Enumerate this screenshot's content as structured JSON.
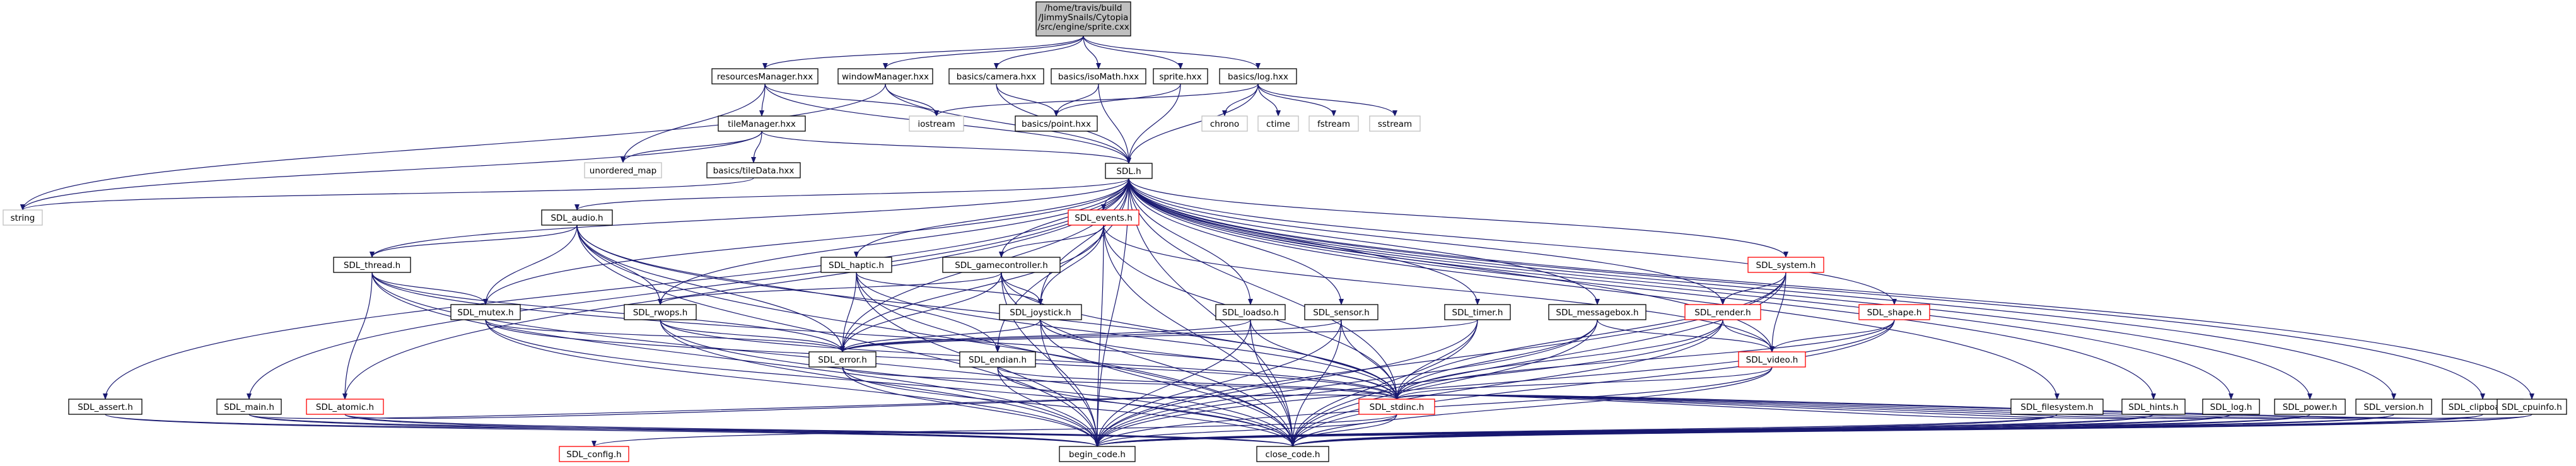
{
  "colors": {
    "edge": "#191970",
    "node_border": "#000000",
    "node_fill": "#ffffff",
    "root_fill": "#bfbfbf",
    "external_border": "#bfbfbf",
    "incomplete_border": "#ff0000",
    "text": "#000000"
  },
  "nodes": [
    {
      "id": "root",
      "label": "/home/travis/build/JimmySnails/Cytopia/src/engine/sprite.cxx",
      "kind": "root"
    },
    {
      "id": "resourcesManager",
      "label": "resourcesManager.hxx",
      "kind": "normal"
    },
    {
      "id": "windowManager",
      "label": "windowManager.hxx",
      "kind": "normal"
    },
    {
      "id": "camera",
      "label": "basics/camera.hxx",
      "kind": "normal"
    },
    {
      "id": "isoMath",
      "label": "basics/isoMath.hxx",
      "kind": "normal"
    },
    {
      "id": "spriteh",
      "label": "sprite.hxx",
      "kind": "normal"
    },
    {
      "id": "log",
      "label": "basics/log.hxx",
      "kind": "normal"
    },
    {
      "id": "tileManager",
      "label": "tileManager.hxx",
      "kind": "normal"
    },
    {
      "id": "iostream",
      "label": "iostream",
      "kind": "external"
    },
    {
      "id": "point",
      "label": "basics/point.hxx",
      "kind": "normal"
    },
    {
      "id": "chrono",
      "label": "chrono",
      "kind": "external"
    },
    {
      "id": "ctime",
      "label": "ctime",
      "kind": "external"
    },
    {
      "id": "fstream",
      "label": "fstream",
      "kind": "external"
    },
    {
      "id": "sstream",
      "label": "sstream",
      "kind": "external"
    },
    {
      "id": "unordered_map",
      "label": "unordered_map",
      "kind": "external"
    },
    {
      "id": "tileData",
      "label": "basics/tileData.hxx",
      "kind": "normal"
    },
    {
      "id": "string",
      "label": "string",
      "kind": "external"
    },
    {
      "id": "SDL",
      "label": "SDL.h",
      "kind": "normal"
    },
    {
      "id": "audio",
      "label": "SDL_audio.h",
      "kind": "normal"
    },
    {
      "id": "events",
      "label": "SDL_events.h",
      "kind": "incomplete"
    },
    {
      "id": "system",
      "label": "SDL_system.h",
      "kind": "incomplete"
    },
    {
      "id": "thread",
      "label": "SDL_thread.h",
      "kind": "normal"
    },
    {
      "id": "haptic",
      "label": "SDL_haptic.h",
      "kind": "normal"
    },
    {
      "id": "gamecontroller",
      "label": "SDL_gamecontroller.h",
      "kind": "normal"
    },
    {
      "id": "mutex",
      "label": "SDL_mutex.h",
      "kind": "normal"
    },
    {
      "id": "rwops",
      "label": "SDL_rwops.h",
      "kind": "normal"
    },
    {
      "id": "joystick",
      "label": "SDL_joystick.h",
      "kind": "normal"
    },
    {
      "id": "loadso",
      "label": "SDL_loadso.h",
      "kind": "normal"
    },
    {
      "id": "sensor",
      "label": "SDL_sensor.h",
      "kind": "normal"
    },
    {
      "id": "timer",
      "label": "SDL_timer.h",
      "kind": "normal"
    },
    {
      "id": "messagebox",
      "label": "SDL_messagebox.h",
      "kind": "normal"
    },
    {
      "id": "render",
      "label": "SDL_render.h",
      "kind": "incomplete"
    },
    {
      "id": "shape",
      "label": "SDL_shape.h",
      "kind": "incomplete"
    },
    {
      "id": "error",
      "label": "SDL_error.h",
      "kind": "normal"
    },
    {
      "id": "endian",
      "label": "SDL_endian.h",
      "kind": "normal"
    },
    {
      "id": "video",
      "label": "SDL_video.h",
      "kind": "incomplete"
    },
    {
      "id": "main",
      "label": "SDL_main.h",
      "kind": "normal"
    },
    {
      "id": "atomic",
      "label": "SDL_atomic.h",
      "kind": "incomplete"
    },
    {
      "id": "filesystem",
      "label": "SDL_filesystem.h",
      "kind": "normal"
    },
    {
      "id": "hints",
      "label": "SDL_hints.h",
      "kind": "normal"
    },
    {
      "id": "logh",
      "label": "SDL_log.h",
      "kind": "normal"
    },
    {
      "id": "power",
      "label": "SDL_power.h",
      "kind": "normal"
    },
    {
      "id": "version",
      "label": "SDL_version.h",
      "kind": "normal"
    },
    {
      "id": "clipboard",
      "label": "SDL_clipboard.h",
      "kind": "normal"
    },
    {
      "id": "cpuinfo",
      "label": "SDL_cpuinfo.h",
      "kind": "normal"
    },
    {
      "id": "assert",
      "label": "SDL_assert.h",
      "kind": "normal"
    },
    {
      "id": "stdinc",
      "label": "SDL_stdinc.h",
      "kind": "incomplete"
    },
    {
      "id": "config",
      "label": "SDL_config.h",
      "kind": "incomplete"
    },
    {
      "id": "begin",
      "label": "begin_code.h",
      "kind": "normal"
    },
    {
      "id": "close",
      "label": "close_code.h",
      "kind": "normal"
    }
  ],
  "edges": [
    [
      "root",
      "resourcesManager"
    ],
    [
      "root",
      "windowManager"
    ],
    [
      "root",
      "camera"
    ],
    [
      "root",
      "isoMath"
    ],
    [
      "root",
      "spriteh"
    ],
    [
      "root",
      "log"
    ],
    [
      "resourcesManager",
      "tileManager"
    ],
    [
      "resourcesManager",
      "iostream"
    ],
    [
      "resourcesManager",
      "unordered_map"
    ],
    [
      "resourcesManager",
      "SDL"
    ],
    [
      "windowManager",
      "iostream"
    ],
    [
      "windowManager",
      "SDL"
    ],
    [
      "windowManager",
      "string"
    ],
    [
      "camera",
      "point"
    ],
    [
      "camera",
      "SDL"
    ],
    [
      "isoMath",
      "point"
    ],
    [
      "isoMath",
      "SDL"
    ],
    [
      "spriteh",
      "point"
    ],
    [
      "spriteh",
      "SDL"
    ],
    [
      "log",
      "chrono"
    ],
    [
      "log",
      "ctime"
    ],
    [
      "log",
      "fstream"
    ],
    [
      "log",
      "sstream"
    ],
    [
      "log",
      "iostream"
    ],
    [
      "log",
      "SDL"
    ],
    [
      "tileManager",
      "unordered_map"
    ],
    [
      "tileManager",
      "tileData"
    ],
    [
      "tileManager",
      "string"
    ],
    [
      "tileManager",
      "SDL"
    ],
    [
      "tileData",
      "string"
    ],
    [
      "SDL",
      "main"
    ],
    [
      "SDL",
      "stdinc"
    ],
    [
      "SDL",
      "assert"
    ],
    [
      "SDL",
      "atomic"
    ],
    [
      "SDL",
      "audio"
    ],
    [
      "SDL",
      "clipboard"
    ],
    [
      "SDL",
      "cpuinfo"
    ],
    [
      "SDL",
      "endian"
    ],
    [
      "SDL",
      "error"
    ],
    [
      "SDL",
      "events"
    ],
    [
      "SDL",
      "filesystem"
    ],
    [
      "SDL",
      "gamecontroller"
    ],
    [
      "SDL",
      "haptic"
    ],
    [
      "SDL",
      "hints"
    ],
    [
      "SDL",
      "joystick"
    ],
    [
      "SDL",
      "loadso"
    ],
    [
      "SDL",
      "logh"
    ],
    [
      "SDL",
      "messagebox"
    ],
    [
      "SDL",
      "mutex"
    ],
    [
      "SDL",
      "power"
    ],
    [
      "SDL",
      "render"
    ],
    [
      "SDL",
      "rwops"
    ],
    [
      "SDL",
      "sensor"
    ],
    [
      "SDL",
      "shape"
    ],
    [
      "SDL",
      "system"
    ],
    [
      "SDL",
      "thread"
    ],
    [
      "SDL",
      "timer"
    ],
    [
      "SDL",
      "version"
    ],
    [
      "SDL",
      "video"
    ],
    [
      "SDL",
      "begin"
    ],
    [
      "SDL",
      "close"
    ],
    [
      "audio",
      "stdinc"
    ],
    [
      "audio",
      "error"
    ],
    [
      "audio",
      "endian"
    ],
    [
      "audio",
      "mutex"
    ],
    [
      "audio",
      "thread"
    ],
    [
      "audio",
      "rwops"
    ],
    [
      "audio",
      "begin"
    ],
    [
      "audio",
      "close"
    ],
    [
      "events",
      "stdinc"
    ],
    [
      "events",
      "error"
    ],
    [
      "events",
      "video"
    ],
    [
      "events",
      "gamecontroller"
    ],
    [
      "events",
      "joystick"
    ],
    [
      "events",
      "begin"
    ],
    [
      "events",
      "close"
    ],
    [
      "system",
      "stdinc"
    ],
    [
      "system",
      "render"
    ],
    [
      "system",
      "video"
    ],
    [
      "system",
      "begin"
    ],
    [
      "system",
      "close"
    ],
    [
      "thread",
      "stdinc"
    ],
    [
      "thread",
      "error"
    ],
    [
      "thread",
      "atomic"
    ],
    [
      "thread",
      "mutex"
    ],
    [
      "thread",
      "begin"
    ],
    [
      "thread",
      "close"
    ],
    [
      "haptic",
      "stdinc"
    ],
    [
      "haptic",
      "error"
    ],
    [
      "haptic",
      "joystick"
    ],
    [
      "haptic",
      "begin"
    ],
    [
      "haptic",
      "close"
    ],
    [
      "gamecontroller",
      "stdinc"
    ],
    [
      "gamecontroller",
      "error"
    ],
    [
      "gamecontroller",
      "rwops"
    ],
    [
      "gamecontroller",
      "joystick"
    ],
    [
      "gamecontroller",
      "begin"
    ],
    [
      "gamecontroller",
      "close"
    ],
    [
      "mutex",
      "stdinc"
    ],
    [
      "mutex",
      "error"
    ],
    [
      "mutex",
      "begin"
    ],
    [
      "mutex",
      "close"
    ],
    [
      "rwops",
      "stdinc"
    ],
    [
      "rwops",
      "error"
    ],
    [
      "rwops",
      "begin"
    ],
    [
      "rwops",
      "close"
    ],
    [
      "joystick",
      "stdinc"
    ],
    [
      "joystick",
      "error"
    ],
    [
      "joystick",
      "begin"
    ],
    [
      "joystick",
      "close"
    ],
    [
      "loadso",
      "stdinc"
    ],
    [
      "loadso",
      "error"
    ],
    [
      "loadso",
      "begin"
    ],
    [
      "loadso",
      "close"
    ],
    [
      "sensor",
      "stdinc"
    ],
    [
      "sensor",
      "error"
    ],
    [
      "sensor",
      "begin"
    ],
    [
      "sensor",
      "close"
    ],
    [
      "timer",
      "stdinc"
    ],
    [
      "timer",
      "error"
    ],
    [
      "timer",
      "begin"
    ],
    [
      "timer",
      "close"
    ],
    [
      "messagebox",
      "stdinc"
    ],
    [
      "messagebox",
      "video"
    ],
    [
      "messagebox",
      "begin"
    ],
    [
      "messagebox",
      "close"
    ],
    [
      "render",
      "stdinc"
    ],
    [
      "render",
      "video"
    ],
    [
      "render",
      "begin"
    ],
    [
      "render",
      "close"
    ],
    [
      "shape",
      "stdinc"
    ],
    [
      "shape",
      "video"
    ],
    [
      "shape",
      "begin"
    ],
    [
      "shape",
      "close"
    ],
    [
      "error",
      "stdinc"
    ],
    [
      "error",
      "begin"
    ],
    [
      "error",
      "close"
    ],
    [
      "endian",
      "stdinc"
    ],
    [
      "endian",
      "begin"
    ],
    [
      "endian",
      "close"
    ],
    [
      "video",
      "stdinc"
    ],
    [
      "video",
      "begin"
    ],
    [
      "video",
      "close"
    ],
    [
      "main",
      "stdinc"
    ],
    [
      "main",
      "begin"
    ],
    [
      "main",
      "close"
    ],
    [
      "atomic",
      "stdinc"
    ],
    [
      "atomic",
      "begin"
    ],
    [
      "atomic",
      "close"
    ],
    [
      "filesystem",
      "stdinc"
    ],
    [
      "filesystem",
      "begin"
    ],
    [
      "filesystem",
      "close"
    ],
    [
      "hints",
      "stdinc"
    ],
    [
      "hints",
      "begin"
    ],
    [
      "hints",
      "close"
    ],
    [
      "logh",
      "stdinc"
    ],
    [
      "logh",
      "begin"
    ],
    [
      "logh",
      "close"
    ],
    [
      "power",
      "stdinc"
    ],
    [
      "power",
      "begin"
    ],
    [
      "power",
      "close"
    ],
    [
      "version",
      "stdinc"
    ],
    [
      "version",
      "begin"
    ],
    [
      "version",
      "close"
    ],
    [
      "clipboard",
      "stdinc"
    ],
    [
      "clipboard",
      "begin"
    ],
    [
      "clipboard",
      "close"
    ],
    [
      "cpuinfo",
      "stdinc"
    ],
    [
      "cpuinfo",
      "begin"
    ],
    [
      "cpuinfo",
      "close"
    ],
    [
      "assert",
      "begin"
    ],
    [
      "assert",
      "close"
    ],
    [
      "stdinc",
      "config"
    ],
    [
      "stdinc",
      "begin"
    ],
    [
      "stdinc",
      "close"
    ]
  ]
}
